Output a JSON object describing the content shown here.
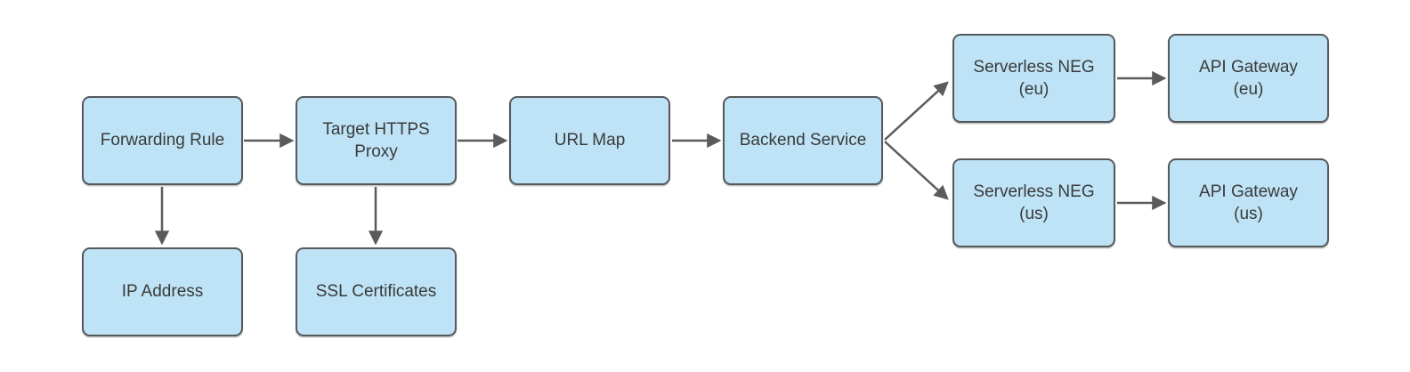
{
  "diagram": {
    "type": "flowchart",
    "background_color": "#ffffff",
    "node_style": {
      "fill_color": "#bee3f6",
      "border_color": "#55595c",
      "text_color": "#3a3a3a",
      "arrow_color": "#5b5b5b"
    },
    "nodes": {
      "forwarding_rule": {
        "label": "Forwarding Rule"
      },
      "target_https_proxy": {
        "label": "Target HTTPS\nProxy"
      },
      "url_map": {
        "label": "URL Map"
      },
      "backend_service": {
        "label": "Backend Service"
      },
      "serverless_neg_eu": {
        "label": "Serverless NEG\n(eu)"
      },
      "api_gateway_eu": {
        "label": "API Gateway\n(eu)"
      },
      "serverless_neg_us": {
        "label": "Serverless NEG\n(us)"
      },
      "api_gateway_us": {
        "label": "API Gateway\n(us)"
      },
      "ip_address": {
        "label": "IP Address"
      },
      "ssl_certificates": {
        "label": "SSL Certificates"
      }
    },
    "edges": [
      {
        "from": "forwarding_rule",
        "to": "target_https_proxy",
        "direction": "right"
      },
      {
        "from": "target_https_proxy",
        "to": "url_map",
        "direction": "right"
      },
      {
        "from": "url_map",
        "to": "backend_service",
        "direction": "right"
      },
      {
        "from": "backend_service",
        "to": "serverless_neg_eu",
        "direction": "diagonal-up-right"
      },
      {
        "from": "backend_service",
        "to": "serverless_neg_us",
        "direction": "diagonal-down-right"
      },
      {
        "from": "serverless_neg_eu",
        "to": "api_gateway_eu",
        "direction": "right"
      },
      {
        "from": "serverless_neg_us",
        "to": "api_gateway_us",
        "direction": "right"
      },
      {
        "from": "forwarding_rule",
        "to": "ip_address",
        "direction": "down"
      },
      {
        "from": "target_https_proxy",
        "to": "ssl_certificates",
        "direction": "down"
      }
    ]
  }
}
